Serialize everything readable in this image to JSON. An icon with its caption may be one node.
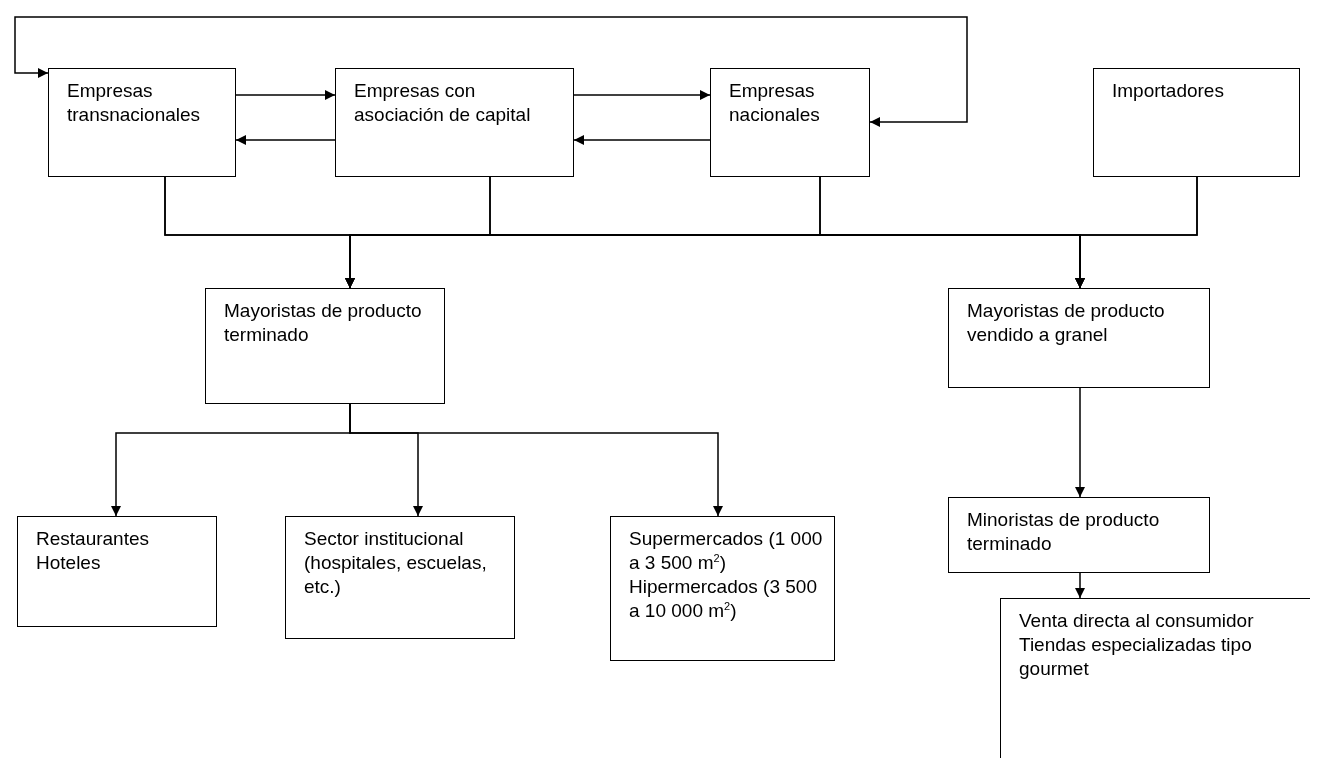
{
  "diagram": {
    "nodes": [
      {
        "text": [
          "Empresas transnacionales"
        ]
      },
      {
        "text": [
          "Empresas con asociación de capital"
        ]
      },
      {
        "text": [
          "Empresas nacionales"
        ]
      },
      {
        "text": [
          "Importadores"
        ]
      },
      {
        "text": [
          "Mayoristas de producto terminado"
        ]
      },
      {
        "text": [
          "Mayoristas de producto vendido a granel"
        ]
      },
      {
        "text": [
          "Restaurantes",
          "Hoteles"
        ]
      },
      {
        "text": [
          "Sector institucional (hospitales, escuelas, etc.)"
        ]
      },
      {
        "text": [
          "Supermercados (1 000 a 3 500 m$^{2}$)",
          "Hipermercados (3 500 a 10 000 m$^{2}$)"
        ]
      },
      {
        "text": [
          "Minoristas de producto terminado"
        ]
      },
      {
        "text": [
          "Venta directa al consumidor",
          "Tiendas especializadas  tipo gourmet"
        ]
      }
    ],
    "edges": [
      {
        "from": 0,
        "to": 1,
        "arrow": "to"
      },
      {
        "from": 1,
        "to": 0,
        "arrow": "to"
      },
      {
        "from": 1,
        "to": 2,
        "arrow": "to"
      },
      {
        "from": 2,
        "to": 1,
        "arrow": "to"
      },
      {
        "from": 0,
        "to": 2,
        "arrow": "both"
      },
      {
        "from": 0,
        "to": 4,
        "arrow": "to"
      },
      {
        "from": 0,
        "to": 5,
        "arrow": "to"
      },
      {
        "from": 1,
        "to": 4,
        "arrow": "to"
      },
      {
        "from": 1,
        "to": 5,
        "arrow": "to"
      },
      {
        "from": 2,
        "to": 4,
        "arrow": "to"
      },
      {
        "from": 2,
        "to": 5,
        "arrow": "to"
      },
      {
        "from": 3,
        "to": 4,
        "arrow": "to"
      },
      {
        "from": 3,
        "to": 5,
        "arrow": "to"
      },
      {
        "from": 4,
        "to": 6,
        "arrow": "to"
      },
      {
        "from": 4,
        "to": 7,
        "arrow": "to"
      },
      {
        "from": 4,
        "to": 8,
        "arrow": "to"
      },
      {
        "from": 5,
        "to": 9,
        "arrow": "to"
      },
      {
        "from": 9,
        "to": 10,
        "arrow": "to"
      }
    ]
  }
}
